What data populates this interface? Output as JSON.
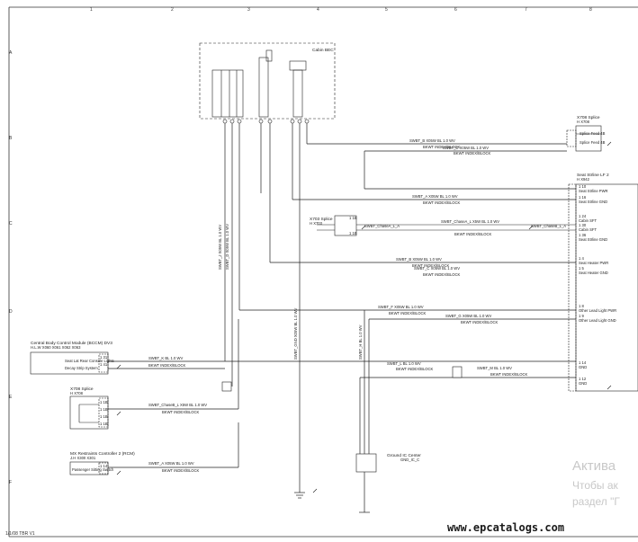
{
  "grid": {
    "columns": [
      "1",
      "2",
      "3",
      "4",
      "5",
      "6",
      "7",
      "8"
    ],
    "rows": [
      "A",
      "B",
      "C",
      "D",
      "E",
      "F"
    ]
  },
  "modules": {
    "cabin_bec": {
      "title": "Cabin BEC"
    },
    "x708_top": {
      "title": "X708 Splice",
      "connector": "H        X708",
      "pins": [
        "1 4B",
        "1 4B"
      ],
      "pin_labels": [
        "Splice Feed 4B",
        "Splice Feed 4B"
      ]
    },
    "seat_lf": {
      "title": "Seat Strline LF 2",
      "connector": "H        X942",
      "pins": [
        {
          "num": "1 10",
          "label": "Seat Strline PWR"
        },
        {
          "num": "1 16",
          "label": "Seat Strline GND"
        },
        {
          "num": "1 24",
          "label": "Cabin SFT"
        },
        {
          "num": "1 30",
          "label": "Cabin SFT"
        },
        {
          "num": "1 36",
          "label": "Seat Strline GND"
        },
        {
          "num": "1 4",
          "label": "Seat Heater PWR"
        },
        {
          "num": "1 5",
          "label": "Seat Heater GND"
        },
        {
          "num": "1 8",
          "label": "Other Lead Light PWR"
        },
        {
          "num": "1 9",
          "label": "Other Lead Light GND"
        },
        {
          "num": "1 14",
          "label": "GND"
        },
        {
          "num": "1 12",
          "label": "GND"
        }
      ]
    },
    "x703_mid": {
      "title": "X703 Splice",
      "connector": "H        X703",
      "pins": [
        "1 1B",
        "1 1B"
      ]
    },
    "cbcm": {
      "title": "Central Body Control Module (BCCM) DV3",
      "connector": "H.L.W    X060   X061   X062   X063",
      "pins": [
        {
          "num": "1 31",
          "label": "Seat Lat Rear Console Lights"
        },
        {
          "num": "1 41",
          "label": "Decay Strip System"
        }
      ]
    },
    "x708_lower": {
      "title": "X708 Splice",
      "connector": "H        X708",
      "pins": [
        "1 1B",
        "1 1B",
        "1 1B",
        "1 1B"
      ]
    },
    "mx_rcm": {
      "title": "MX Restraints Controller 2 (RCM)",
      "connector": "J.H        X300   X301",
      "pins": [
        {
          "num": "1 14",
          "label": "Passenger Sitting Switch"
        }
      ]
    },
    "ground": {
      "title": "Ground IC Center",
      "sub": "GND_IC_C"
    }
  },
  "wires": [
    {
      "id": "w1",
      "top": "SWBT_B  X05W  BL  1.0  WV",
      "bottom": "BKWT  INDEX/BLOCK"
    },
    {
      "id": "w2",
      "top": "SWBT_C  X05W  BL  1.0  WV",
      "bottom": "BKWT  INDEX/BLOCK"
    },
    {
      "id": "w3",
      "top": "SWBT_A  X05W  BL  1.0  WV",
      "bottom": "BKWT  INDEX/BLOCK"
    },
    {
      "id": "w4",
      "top": "SWBT_ChaseA_L  X5W  BL  1.0  WV",
      "bottom": "BKWT  INDEX/BLOCK"
    },
    {
      "id": "w5",
      "top": "SWBT_ChaseB_L  X5W  BL  1.0  WV",
      "bottom": "BKWT  INDEX/BLOCK"
    },
    {
      "id": "w6",
      "top": "SWBT_ChaseA_L_A",
      "bottom": "SWBT_ChaseB_L_A"
    },
    {
      "id": "w7",
      "top": "SWBT_B  X05W  BL  1.0  WV",
      "bottom": "BKWT  INDEX/BLOCK"
    },
    {
      "id": "w8",
      "top": "SWBT_C  X05W  BL  1.0  WV",
      "bottom": "BKWT  INDEX/BLOCK"
    },
    {
      "id": "w9",
      "top": "SWBT_F  X05W  BL  1.0  WV",
      "bottom": "BKWT  INDEX/BLOCK"
    },
    {
      "id": "w10",
      "top": "SWBT_G  X05W  BL  1.0  WV",
      "bottom": "BKWT  INDEX/BLOCK"
    },
    {
      "id": "w11",
      "top": "SWBT_K  BL  1.0  WV",
      "bottom": "BKWT  INDEX/BLOCK"
    },
    {
      "id": "w12",
      "top": "SWBT_L  BL  1.0  WV",
      "bottom": "BKWT  INDEX/BLOCK"
    },
    {
      "id": "w13",
      "top": "SWBT_M  BL  1.0  WV",
      "bottom": "BKWT  INDEX/BLOCK"
    }
  ],
  "vertical_labels": [
    "SWBT_J  X05W  BL  1.0  WV",
    "SWBT_D  X05W  BL  1.0  WV",
    "SWBT_GND  X05W  BL  1.0  WV",
    "SWBT_H  BL  1.0  WV"
  ],
  "watermark": {
    "line1": "Актива",
    "line2": "Чтобы ак",
    "line3": "раздел \"Г"
  },
  "site": "www.epcatalogs.com",
  "footer": "1/1/08 TBR V1"
}
